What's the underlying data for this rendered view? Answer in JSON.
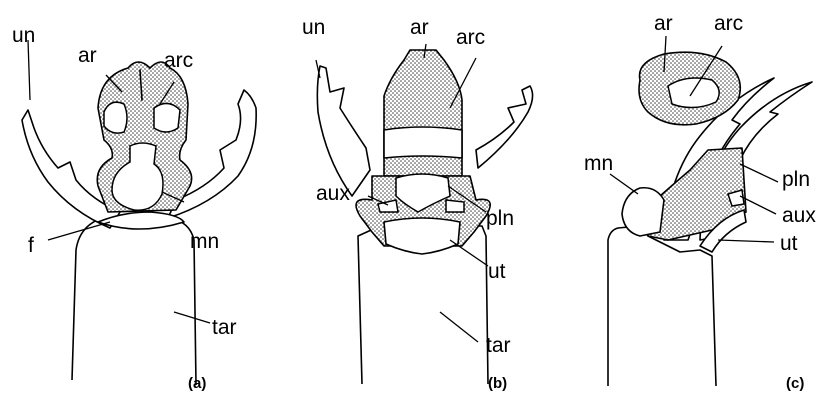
{
  "panels": [
    {
      "caption": "(a)",
      "labels": {
        "un": "un",
        "ar": "ar",
        "arc": "arc",
        "mn": "mn",
        "f": "f",
        "tar": "tar"
      }
    },
    {
      "caption": "(b)",
      "labels": {
        "un": "un",
        "ar": "ar",
        "arc": "arc",
        "aux": "aux",
        "pln": "pln",
        "ut": "ut",
        "tar": "tar"
      }
    },
    {
      "caption": "(c)",
      "labels": {
        "ar": "ar",
        "arc": "arc",
        "mn": "mn",
        "pln": "pln",
        "aux": "aux",
        "ut": "ut"
      }
    }
  ]
}
